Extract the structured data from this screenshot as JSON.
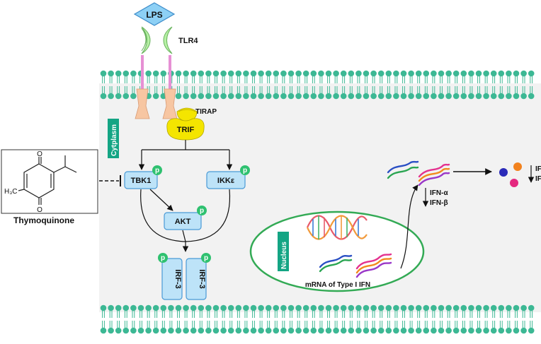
{
  "diagram": {
    "receptor": {
      "ligand": "LPS",
      "receptor": "TLR4"
    },
    "compartments": {
      "cytoplasm": "Cytplasm",
      "nucleus": "Nucleus"
    },
    "adaptors": {
      "tirap": "TIRAP",
      "trif": "TRIF"
    },
    "kinases": {
      "tbk1": "TBK1",
      "ikke": "IKKε",
      "akt": "AKT"
    },
    "transcription_factors": [
      "IRF-3",
      "IRF-3"
    ],
    "phospho_label": "p",
    "mrna_label": "mRNA of Type I IFN",
    "ifn_inside": [
      "IFN-α",
      "IFN-β"
    ],
    "ifn_outside": [
      "IFN-α",
      "IFN-β"
    ],
    "inhibitor": {
      "name": "Thymoquinone",
      "atoms": {
        "o_top": "O",
        "o_bottom": "O",
        "methyl": "H₃C"
      }
    },
    "colors": {
      "membrane_head": "#3cb894",
      "cell_background": "#f2f2f2",
      "node_fill": "#bde3f8",
      "node_stroke": "#4a9ad6",
      "phospho": "#2fc170",
      "trif": "#f4e500",
      "lps": "#8dd0f5",
      "receptor_green": "#b6f0a4",
      "receptor_stem": "#e690d4",
      "receptor_base": "#f7c6a2",
      "nucleus_border": "#33aa55",
      "compartment_label": "#14a584"
    }
  }
}
